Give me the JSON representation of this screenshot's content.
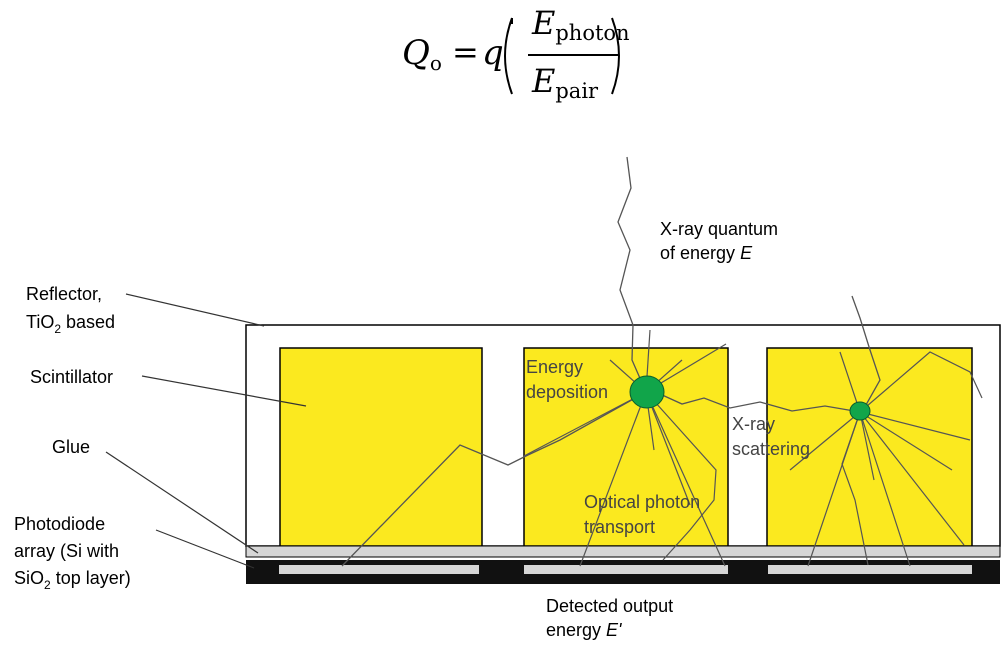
{
  "formula": {
    "lhs_symbol": "Q",
    "lhs_subscript": "o",
    "equals": "=",
    "coefficient": "q",
    "numerator_symbol": "E",
    "numerator_subscript": "photon",
    "denominator_symbol": "E",
    "denominator_subscript": "pair"
  },
  "diagram": {
    "xray_label_line1": "X-ray quantum",
    "xray_label_line2_prefix": "of energy ",
    "xray_label_line2_var": "E",
    "reflector_line1": "Reflector,",
    "reflector_line2_prefix": "TiO",
    "reflector_line2_sub": "2",
    "reflector_line2_suffix": " based",
    "scintillator": "Scintillator",
    "glue": "Glue",
    "photodiode_line1": "Photodiode",
    "photodiode_line2": "array (Si with",
    "photodiode_line3_prefix": "SiO",
    "photodiode_line3_sub": "2",
    "photodiode_line3_suffix": " top layer)",
    "energy_deposition_line1": "Energy",
    "energy_deposition_line2": "deposition",
    "xray_scattering_line1": "X-ray",
    "xray_scattering_line2": "scattering",
    "optical_line1": "Optical photon",
    "optical_line2": "transport",
    "detected_line1": "Detected  output",
    "detected_line2_prefix": "energy ",
    "detected_line2_var": "E'"
  },
  "colors": {
    "scintillator": "#fbe91f",
    "deposition": "#11a54a",
    "glue": "#d6d6d6",
    "photodiode": "#111111",
    "pixel": "#d6d6d6"
  }
}
